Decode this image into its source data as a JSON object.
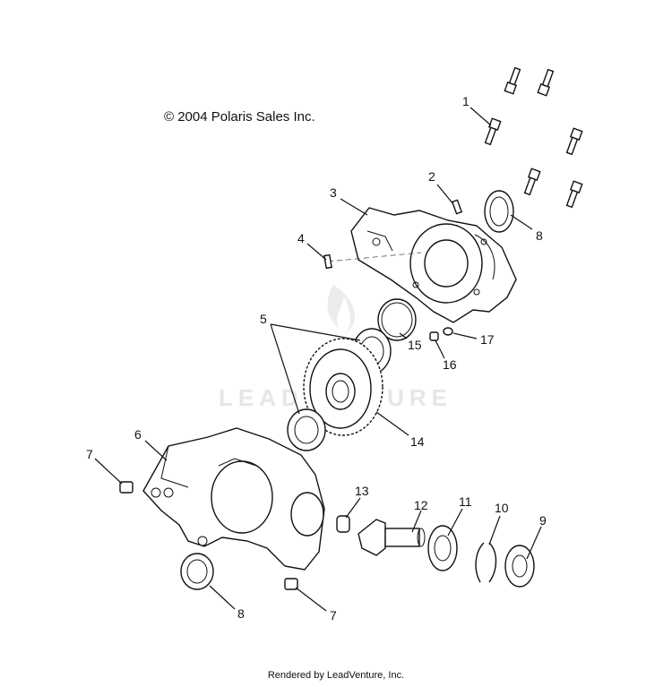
{
  "copyright": "© 2004 Polaris Sales Inc.",
  "footer": "Rendered by LeadVenture, Inc.",
  "watermark": "LEADVENTURE",
  "callouts": {
    "c1": "1",
    "c2": "2",
    "c3": "3",
    "c4": "4",
    "c5": "5",
    "c6": "6",
    "c7a": "7",
    "c7b": "7",
    "c8a": "8",
    "c8b": "8",
    "c9": "9",
    "c10": "10",
    "c11": "11",
    "c12": "12",
    "c13": "13",
    "c14": "14",
    "c15": "15",
    "c16": "16",
    "c17": "17"
  }
}
